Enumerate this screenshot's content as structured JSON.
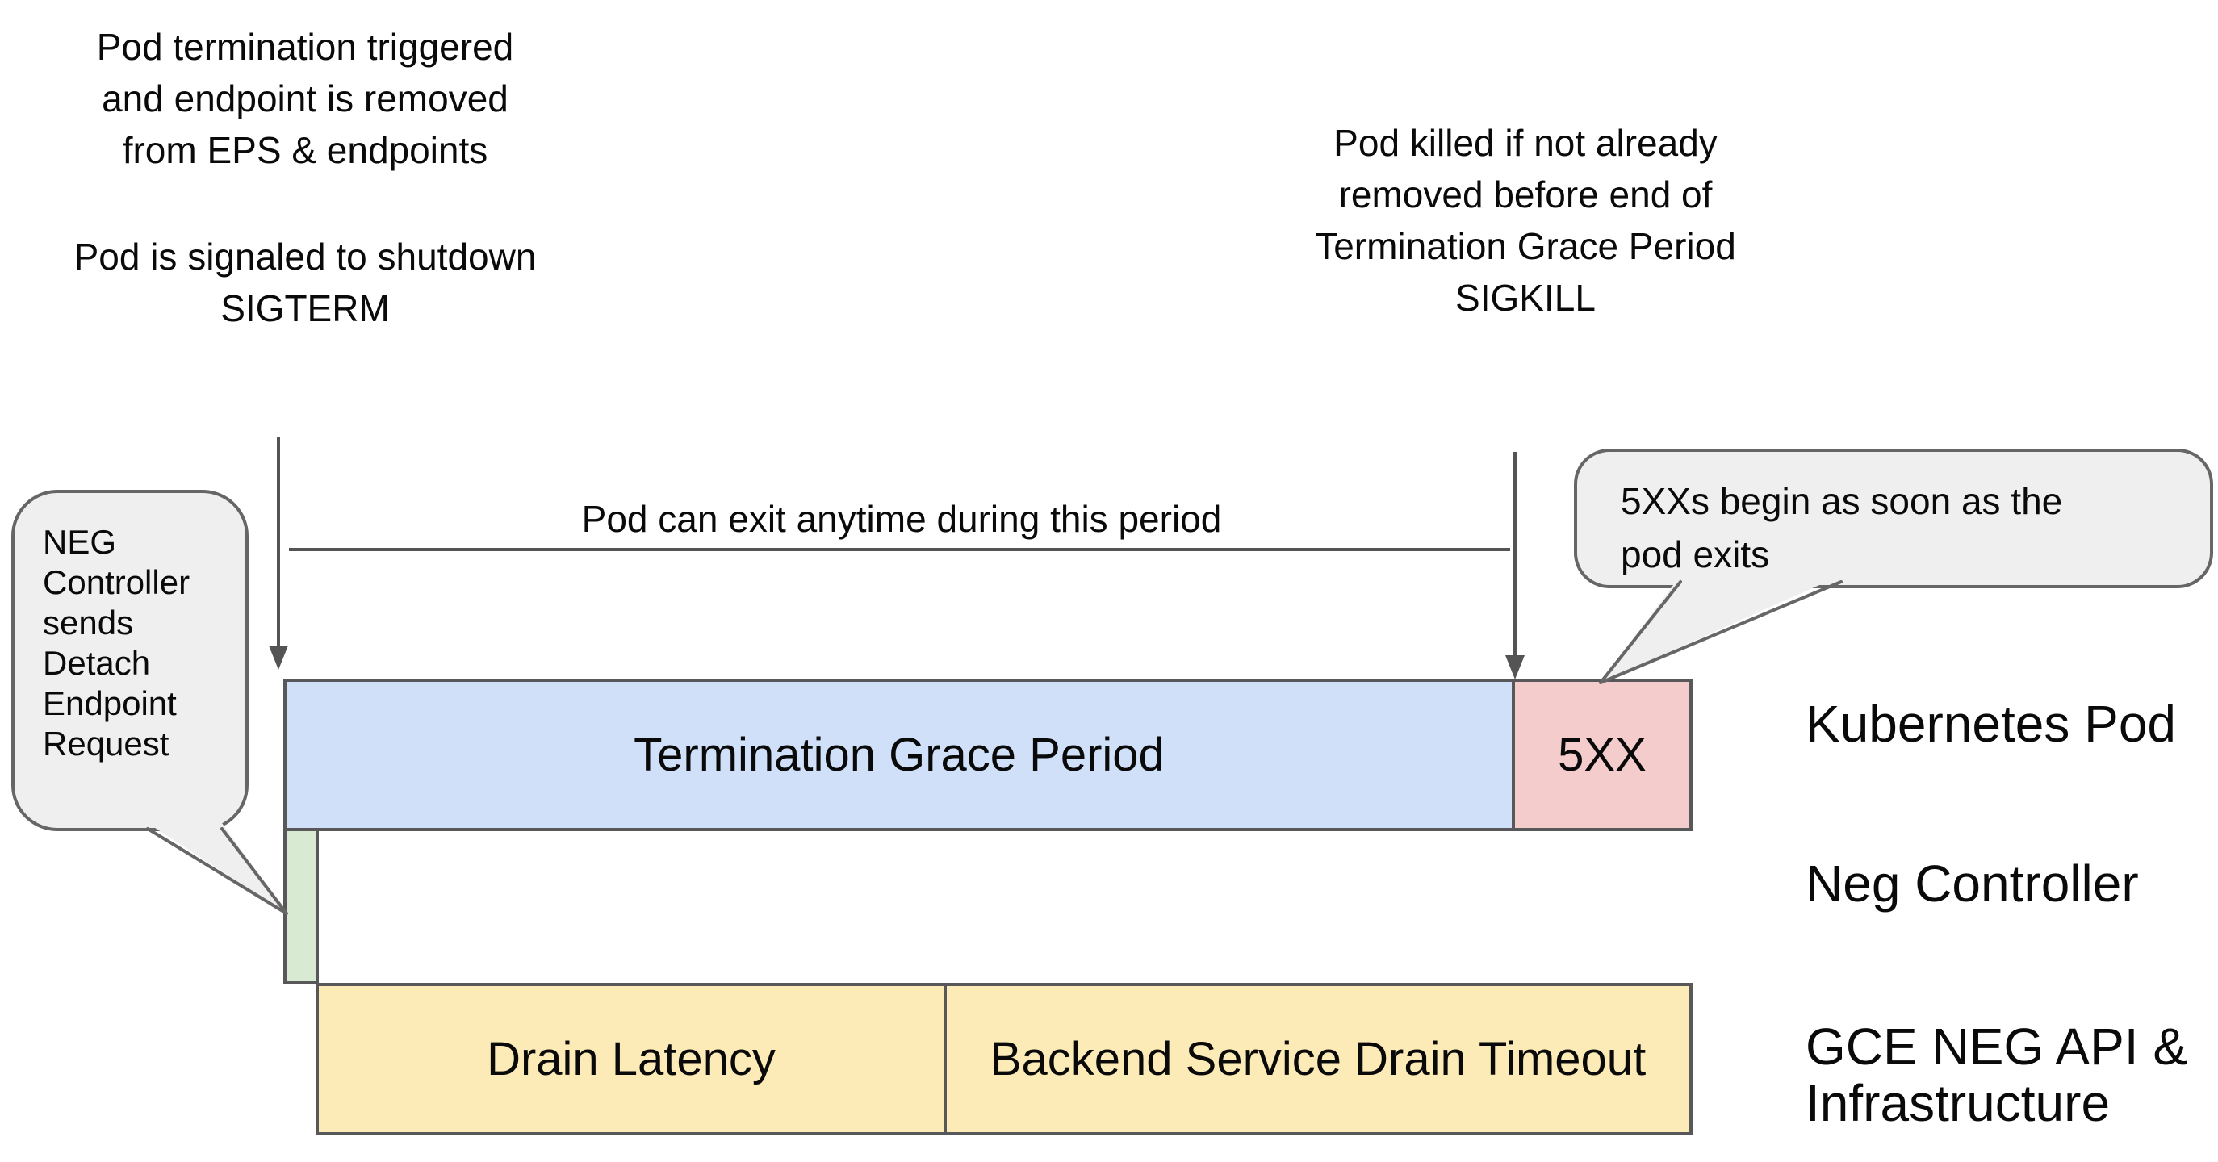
{
  "annotations": {
    "pod_termination": {
      "line1": "Pod termination triggered",
      "line2": "and endpoint is removed",
      "line3": "from EPS & endpoints"
    },
    "pod_signaled": {
      "line1": "Pod is signaled to shutdown",
      "line2": "SIGTERM"
    },
    "pod_killed": {
      "line1": "Pod killed if not already",
      "line2": "removed before end of",
      "line3": "Termination Grace Period",
      "line4": "SIGKILL"
    },
    "dimension_label": "Pod can exit anytime during this period"
  },
  "callouts": {
    "neg_controller": {
      "line1": "NEG",
      "line2": "Controller",
      "line3": "sends",
      "line4": "Detach",
      "line5": "Endpoint",
      "line6": "Request"
    },
    "five_xx": {
      "line1": "5XXs begin as soon as the",
      "line2": "pod exits"
    }
  },
  "timeline": {
    "kubernetes_pod": {
      "grace_bar_label": "Termination Grace Period",
      "error_bar_label": "5XX",
      "lane_label": "Kubernetes Pod"
    },
    "neg_controller": {
      "lane_label": "Neg Controller"
    },
    "gce": {
      "drain_bar_label": "Drain Latency",
      "timeout_bar_label": "Backend Service Drain Timeout",
      "lane_label_line1": "GCE NEG API &",
      "lane_label_line2": "Infrastructure"
    }
  },
  "colors": {
    "grace_bar_fill": "#d0e0f8",
    "error_bar_fill": "#f4cccc",
    "detach_bar_fill": "#d9ead3",
    "drain_bar_fill": "#fcebb6",
    "bar_border": "#58585a",
    "callout_fill": "#efefef",
    "callout_border": "#666666",
    "arrow_stroke": "#545454",
    "text": "#0a0a0a",
    "background": "#ffffff"
  }
}
